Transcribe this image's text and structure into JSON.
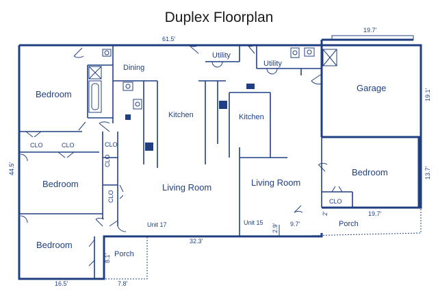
{
  "title": "Duplex Floorplan",
  "rooms": {
    "bedroom_nw": "Bedroom",
    "dining": "Dining",
    "kitchen_17": "Kitchen",
    "utility_17": "Utility",
    "utility_15": "Utility",
    "kitchen_15": "Kitchen",
    "garage": "Garage",
    "bedroom_w": "Bedroom",
    "living_17": "Living Room",
    "living_15": "Living Room",
    "bedroom_e": "Bedroom",
    "bedroom_sw": "Bedroom",
    "porch_17": "Porch",
    "porch_15": "Porch"
  },
  "closets": {
    "clo_1": "CLO",
    "clo_2": "CLO",
    "clo_3": "CLO",
    "clo_4": "CLO",
    "clo_5": "CLO",
    "clo_6": "CLO"
  },
  "units": {
    "unit_17": "Unit 17",
    "unit_15": "Unit 15"
  },
  "dimensions": {
    "top_width": "61.5'",
    "garage_width": "19.7'",
    "left_height": "44.5'",
    "garage_height": "19.1'",
    "bedroom_e_height": "13.7'",
    "porch_15_width": "19.7'",
    "porch_15_depth": "2'",
    "porch_15_side": "2.9'",
    "porch_15_inset": "9.7'",
    "middle_width": "32.3'",
    "porch_17_depth": "8.1'",
    "bottom_left": "16.5'",
    "porch_17_width": "7.8'"
  }
}
